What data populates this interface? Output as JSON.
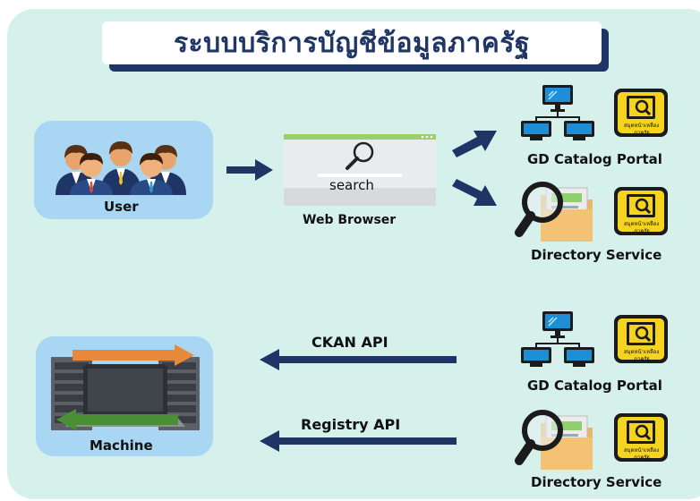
{
  "title": "ระบบบริการบัญชีข้อมูลภาครัฐ",
  "user": {
    "label": "User"
  },
  "browser": {
    "label": "Web Browser",
    "search_text": "search"
  },
  "gd_catalog_top": {
    "label": "GD Catalog Portal",
    "book_text_line1": "สมุดหน้าเหลือง",
    "book_text_line2": "ภาครัฐ"
  },
  "directory_top": {
    "label": "Directory Service",
    "book_text_line1": "สมุดหน้าเหลือง",
    "book_text_line2": "ภาครัฐ"
  },
  "machine": {
    "label": "Machine"
  },
  "ckan_api": {
    "label": "CKAN API"
  },
  "registry_api": {
    "label": "Registry API"
  },
  "gd_catalog_bottom": {
    "label": "GD Catalog Portal",
    "book_text_line1": "สมุดหน้าเหลือง",
    "book_text_line2": "ภาครัฐ"
  },
  "directory_bottom": {
    "label": "Directory Service",
    "book_text_line1": "สมุดหน้าเหลือง",
    "book_text_line2": "ภาครัฐ"
  },
  "colors": {
    "background_panel": "#d6f1ec",
    "tile": "#a9d6f2",
    "arrow": "#1f3565",
    "title_text": "#1f3565",
    "book_yellow": "#f5d41f",
    "monitor_blue": "#1e8fd6",
    "orange_arrow": "#e8893a",
    "green_arrow": "#4a8f34"
  }
}
